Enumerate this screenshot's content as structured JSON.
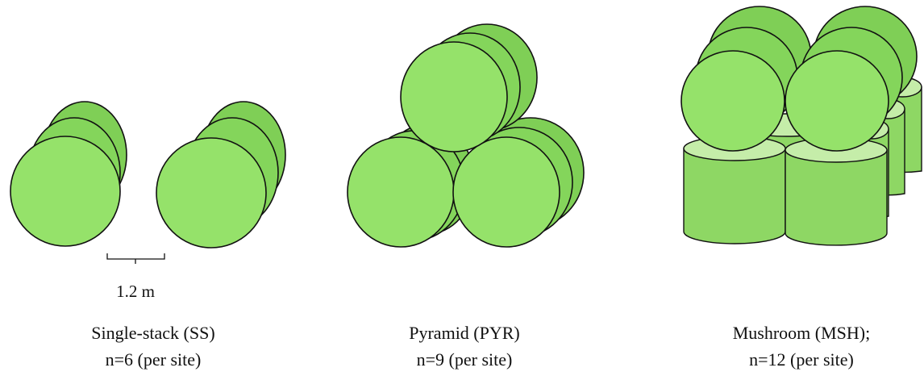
{
  "colors": {
    "bale_fill": "#95e26a",
    "bale_fill_mid": "#84d55b",
    "bale_fill_back": "#7fcf56",
    "cylinder_side": "#8ed764",
    "cylinder_top": "#c5eda9",
    "outline": "#111111"
  },
  "spacing": {
    "label": "1.2 m"
  },
  "groups": [
    {
      "id": "single-stack",
      "title": "Single-stack (SS)",
      "count": "n=6 (per site)"
    },
    {
      "id": "pyramid",
      "title": "Pyramid (PYR)",
      "count": "n=9 (per site)"
    },
    {
      "id": "mushroom",
      "title": "Mushroom (MSH);",
      "count": "n=12 (per site)"
    }
  ]
}
